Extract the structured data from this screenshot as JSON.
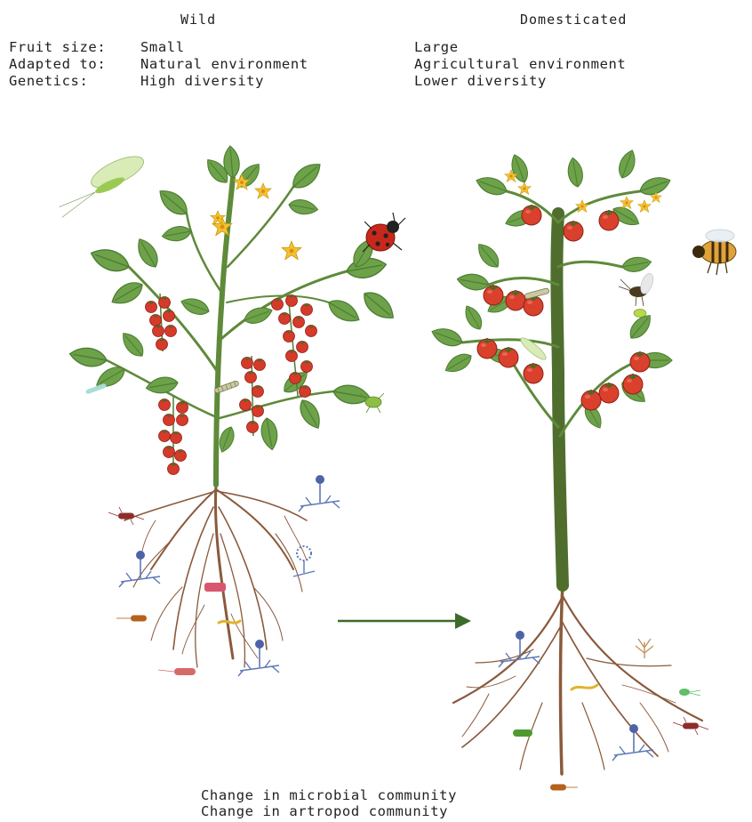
{
  "columns": {
    "wild": {
      "header": "Wild",
      "rows": [
        {
          "label": "Fruit size:",
          "value": "Small"
        },
        {
          "label": "Adapted to:",
          "value": "Natural environment"
        },
        {
          "label": "Genetics:",
          "value": "High diversity"
        }
      ]
    },
    "domesticated": {
      "header": "Domesticated",
      "rows": [
        {
          "value": "Large"
        },
        {
          "value": "Agricultural environment"
        },
        {
          "value": "Lower diversity"
        }
      ]
    }
  },
  "footer": {
    "line1": "Change in microbial community",
    "line2": "Change in artropod community"
  },
  "colors": {
    "stem_wild": "#5e8a3a",
    "stem_domesticated": "#4f6e2e",
    "leaf": "#6da24a",
    "leaf_dark": "#4f7f33",
    "tomato": "#d63a2a",
    "flower": "#f2c32e",
    "root": "#8a5a3c",
    "arrow": "#3c6b2a",
    "fungus": "#5b78b8"
  }
}
